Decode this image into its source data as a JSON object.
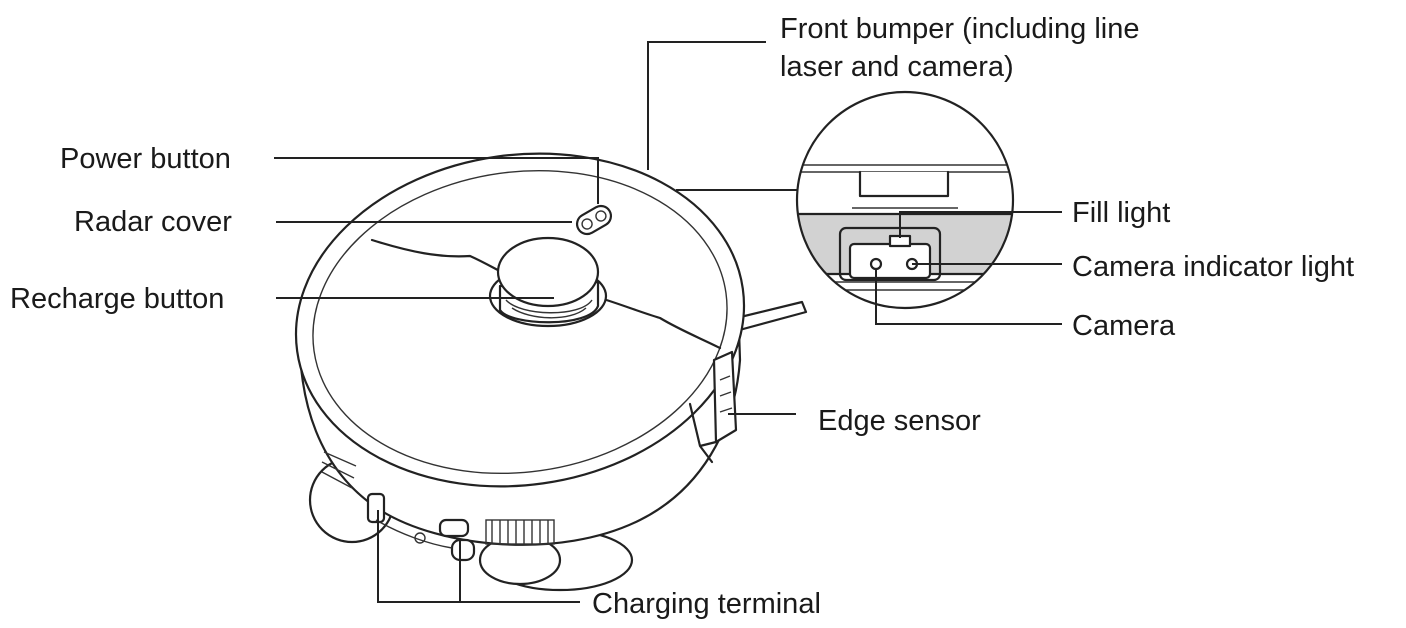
{
  "labels": {
    "front_bumper_line1": "Front bumper (including line",
    "front_bumper_line2": "laser and camera)",
    "power_button": "Power button",
    "radar_cover": "Radar cover",
    "recharge_button": "Recharge button",
    "fill_light": "Fill light",
    "camera_indicator_light": "Camera indicator light",
    "camera": "Camera",
    "edge_sensor": "Edge sensor",
    "charging_terminal": "Charging terminal"
  },
  "colors": {
    "ink": "#222222",
    "text": "#1a1a1a",
    "inset_band": "#d2d2d2",
    "background": "#ffffff"
  }
}
